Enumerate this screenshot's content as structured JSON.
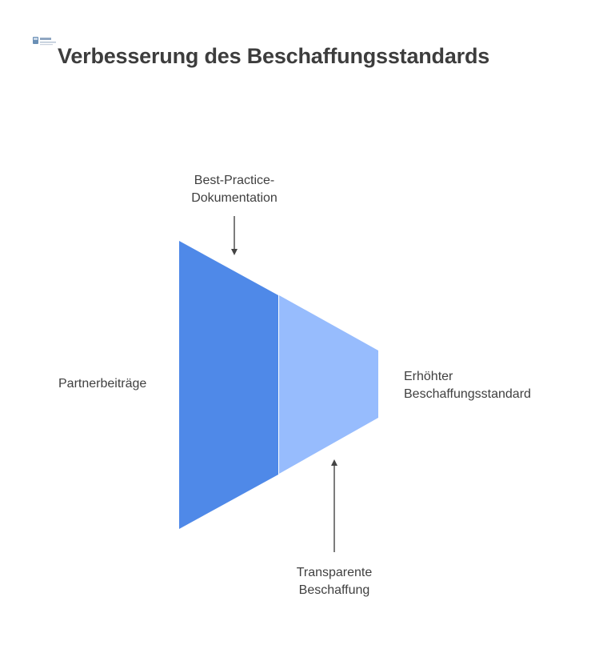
{
  "header": {
    "title": "Verbesserung des Beschaffungsstandards"
  },
  "diagram": {
    "labels": {
      "top": [
        "Best-Practice-",
        "Dokumentation"
      ],
      "left": "Partnerbeiträge",
      "right": [
        "Erhöhter",
        "Beschaffungsstandard"
      ],
      "bottom": [
        "Transparente",
        "Beschaffung"
      ]
    },
    "colors": {
      "segment_dark": "#4f89e8",
      "segment_light": "#97bcfd",
      "arrow": "#444444",
      "title": "#3d3d3d"
    }
  }
}
